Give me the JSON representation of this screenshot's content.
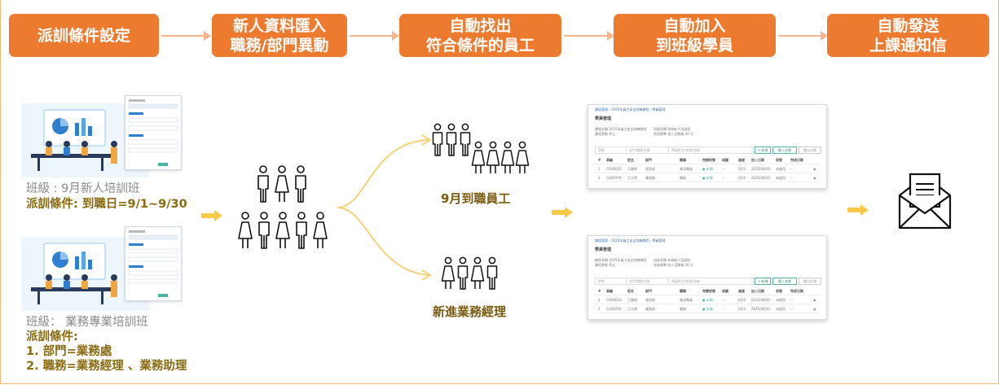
{
  "steps": [
    {
      "label": "派訓條件設定"
    },
    {
      "label": "新人資料匯入\n職務/部門異動"
    },
    {
      "label": "自動找出\n符合條件的員工"
    },
    {
      "label": "自動加入\n到班級學員"
    },
    {
      "label": "自動發送\n上課通知信"
    }
  ],
  "class1": {
    "name": "班級 : 9月新人培訓班",
    "cond": "派訓條件: 到職日=9/1~9/30"
  },
  "class2": {
    "name": "班級： 業務專業培訓班",
    "cond_title": "派訓條件:",
    "cond_lines": [
      "1. 部門=業務處",
      "2. 職務=業務經理 、業務助理"
    ]
  },
  "groups": {
    "new_hires": "9月到職員工",
    "new_managers": "新進業務經理"
  },
  "roster": {
    "breadcrumb": "課程管理 › 2025年員工安全訓練課程 › 學員管理",
    "title": "學員管理",
    "info_left": [
      "課程名稱 2025年員工安全訓練課程",
      "課程狀態 停止"
    ],
    "info_right": [
      "班級名稱 系統新人培訓班",
      "完成標準 加入日期後 30 天"
    ],
    "filter": "狀態",
    "search_dept": "部門/職務名稱",
    "search_name": "學員姓名/帳號/信箱",
    "add_button": "+ 新增",
    "import_button": "匯入名單",
    "export_button": "匯出名單",
    "columns": [
      "#",
      "員編",
      "姓名",
      "部門",
      "職稱",
      "完課狀態",
      "成績",
      "進度",
      "加入日期",
      "狀態",
      "完成日期"
    ],
    "rows": [
      [
        "1",
        "CG08026",
        "王曉明",
        "資訊部",
        "資深專員",
        "● 未開",
        "--",
        "0/20",
        "2025/08/20",
        "未啟用",
        "--"
      ],
      [
        "2",
        "CG08709",
        "王大明",
        "業務部",
        "業務",
        "● 未開",
        "--",
        "0/20",
        "2025/08/20",
        "未啟用",
        "--"
      ]
    ]
  },
  "colors": {
    "step_fill": "#ec7a2f",
    "arrow": "#f4b38a",
    "yellow_arrow": "#f7c948",
    "curve": "#f5d27a"
  }
}
